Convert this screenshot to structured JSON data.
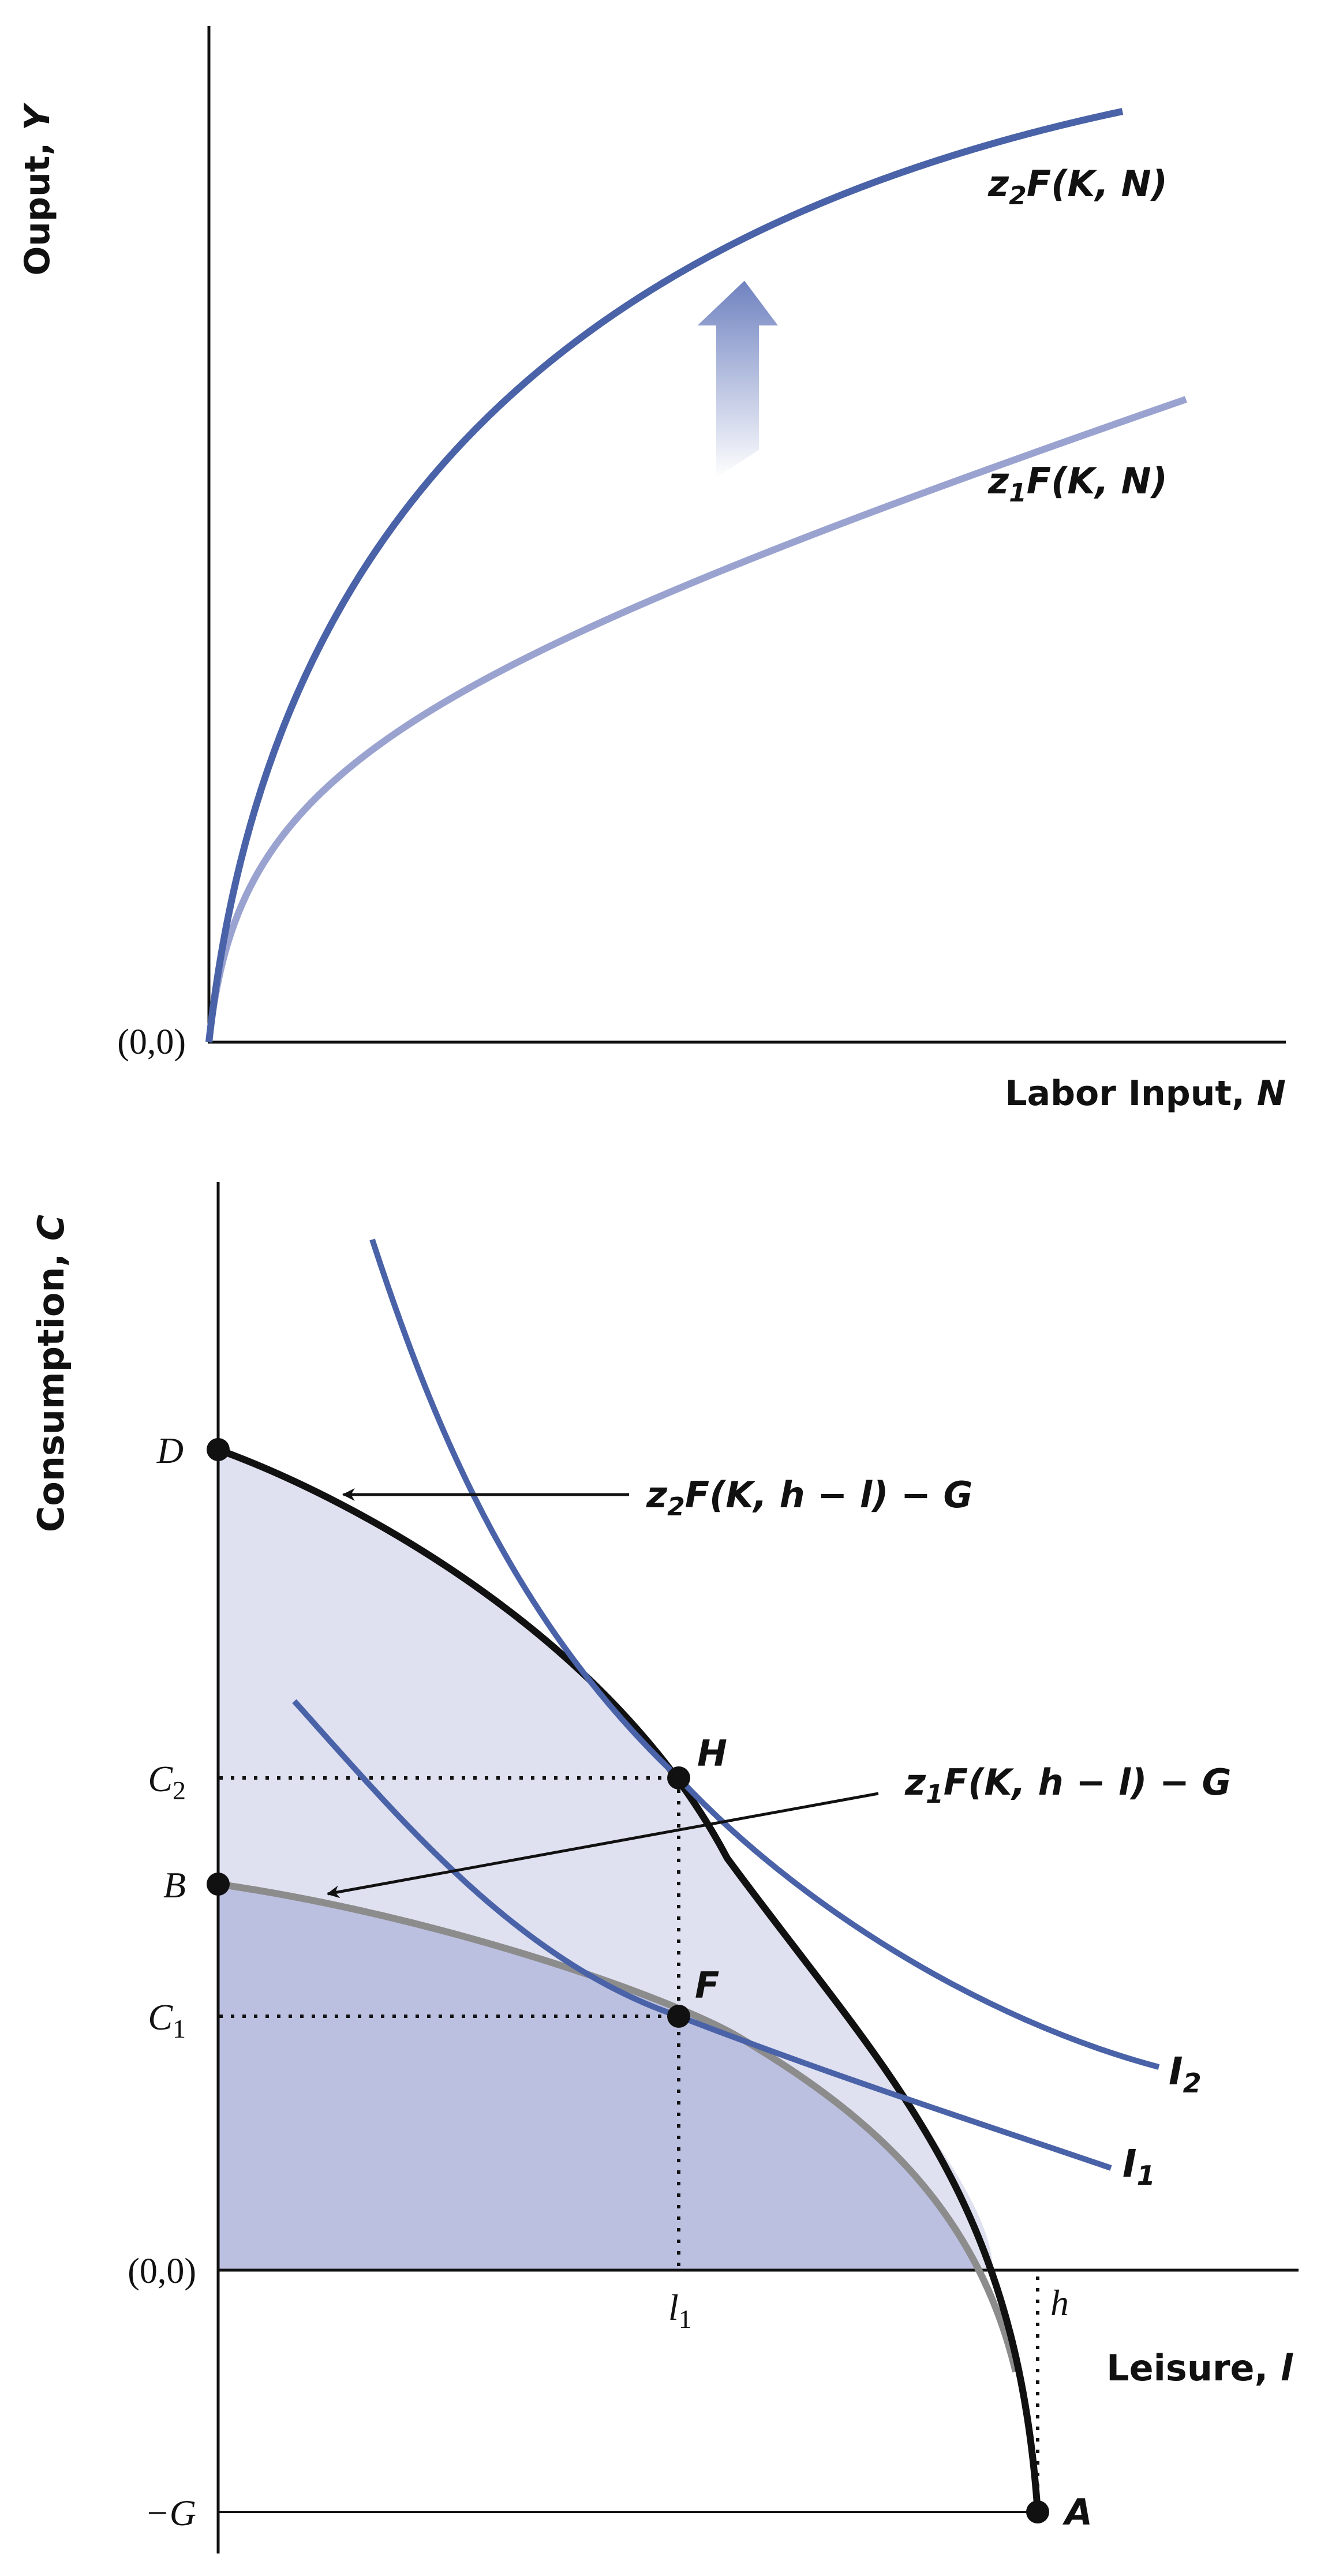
{
  "top_panel": {
    "y_axis_label": "Ouput, ",
    "y_axis_var": "Y",
    "x_axis_label": "Labor Input, ",
    "x_axis_var": "N",
    "origin_label": "(0,0)",
    "curve_high": {
      "coef": "z",
      "sub": "2",
      "rest": "F(K, N)"
    },
    "curve_low": {
      "coef": "z",
      "sub": "1",
      "rest": "F(K, N)"
    },
    "colors": {
      "curve_high": "#4a62a8",
      "curve_low": "#9aa3d0",
      "arrow_top": "#6f82c0"
    }
  },
  "bottom_panel": {
    "y_axis_label": "Consumption, ",
    "y_axis_var": "C",
    "x_axis_label": "Leisure, ",
    "x_axis_var": "l",
    "origin_label": "(0,0)",
    "tick_D": "D",
    "tick_C2": {
      "base": "C",
      "sub": "2"
    },
    "tick_B": "B",
    "tick_C1": {
      "base": "C",
      "sub": "1"
    },
    "tick_negG": "−G",
    "tick_l1": {
      "base": "l",
      "sub": "1"
    },
    "tick_h": "h",
    "point_H": "H",
    "point_F": "F",
    "point_A": "A",
    "ppf_high": {
      "coef": "z",
      "sub": "2",
      "rest": "F(K, h − l) − G"
    },
    "ppf_low": {
      "coef": "z",
      "sub": "1",
      "rest": "F(K, h − l) − G"
    },
    "indiff_2": {
      "base": "I",
      "sub": "2"
    },
    "indiff_1": {
      "base": "I",
      "sub": "1"
    },
    "colors": {
      "region_high": "#dfe1f0",
      "region_low": "#bcc0e0",
      "ppf_high": "#111111",
      "ppf_low": "#8c8c8c",
      "indifference": "#4a62a8"
    }
  }
}
